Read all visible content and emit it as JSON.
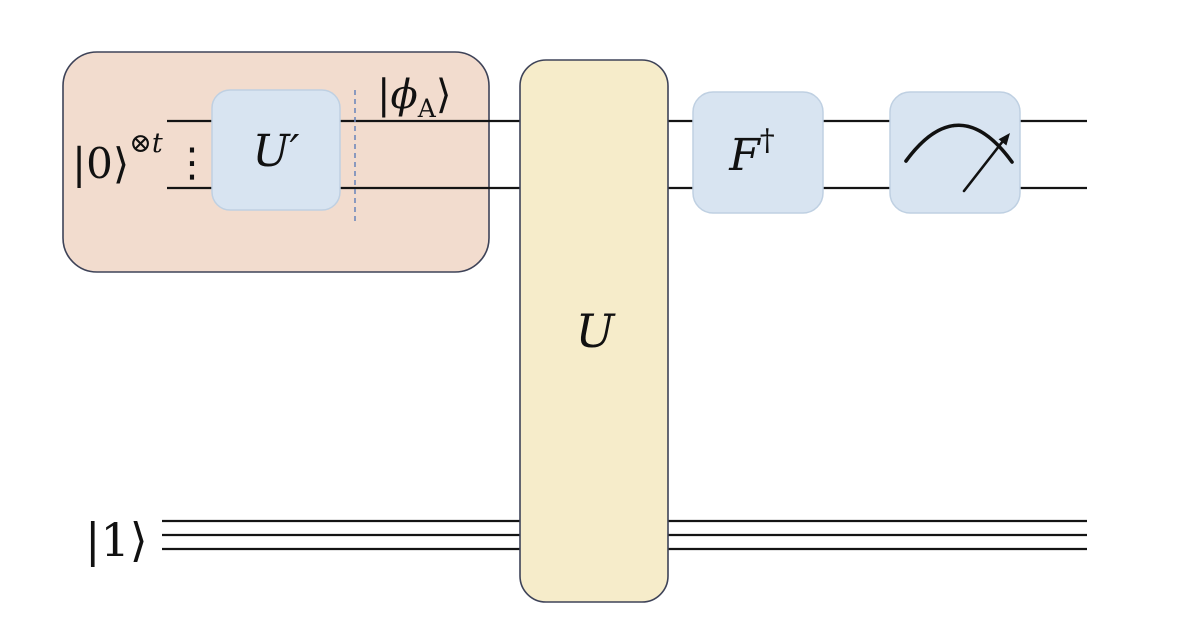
{
  "diagram": {
    "type": "quantum-circuit",
    "colors": {
      "background": "#ffffff",
      "ancilla_region_fill": "#f2dcce",
      "ancilla_region_border": "#3e4358",
      "gate_blue_fill": "#d8e4f1",
      "gate_blue_border": "#bfd0e2",
      "gate_yellow_fill": "#f6ecca",
      "gate_yellow_border": "#3e4358",
      "wire": "#141414",
      "dashed_divider": "#7089bb"
    },
    "labels": {
      "ancilla_register": {
        "base": "|0⟩",
        "superscript": "⊗t"
      },
      "vertical_dots": "⋮",
      "gate_u_prime": "U′",
      "state_phi": {
        "open_phi": "|ϕ",
        "subscript": "A",
        "close": "⟩"
      },
      "gate_u": "U",
      "gate_f_dagger": {
        "base": "F",
        "superscript": "†"
      },
      "input_one": "|1⟩"
    },
    "icons": {
      "measurement": "meter-arrow-icon"
    }
  }
}
